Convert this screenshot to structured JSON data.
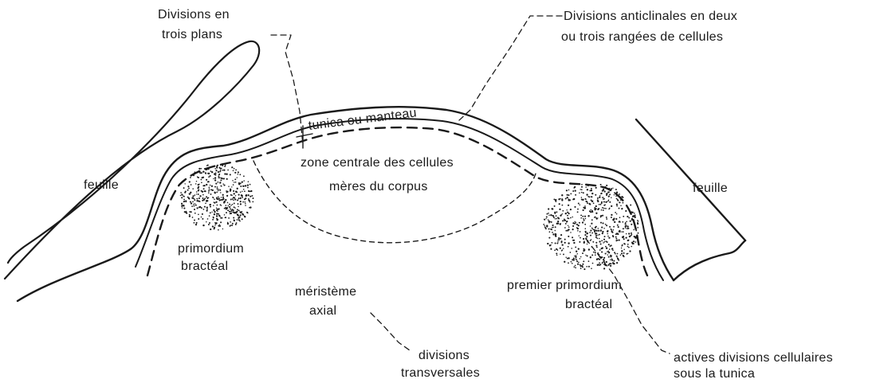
{
  "diagram": {
    "labels": {
      "divisions_trois_plans_1": "Divisions en",
      "divisions_trois_plans_2": "trois plans",
      "anticlinales_1": "Divisions anticlinales en deux",
      "anticlinales_2": "ou trois rangées de cellules",
      "tunica": "tunica ou manteau",
      "zone_centrale_1": "zone centrale des cellules",
      "zone_centrale_2": "mères du corpus",
      "feuille_left": "feuille",
      "feuille_right": "feuille",
      "primordium_1": "primordium",
      "primordium_2": "bractéal",
      "meristeme_1": "méristème",
      "meristeme_2": "axial",
      "premier_primordium_1": "premier primordium",
      "premier_primordium_2": "bractéal",
      "divisions_transversales_1": "divisions",
      "divisions_transversales_2": "transversales",
      "actives_divisions_1": "actives divisions cellulaires",
      "actives_divisions_2": "sous la tunica"
    }
  }
}
